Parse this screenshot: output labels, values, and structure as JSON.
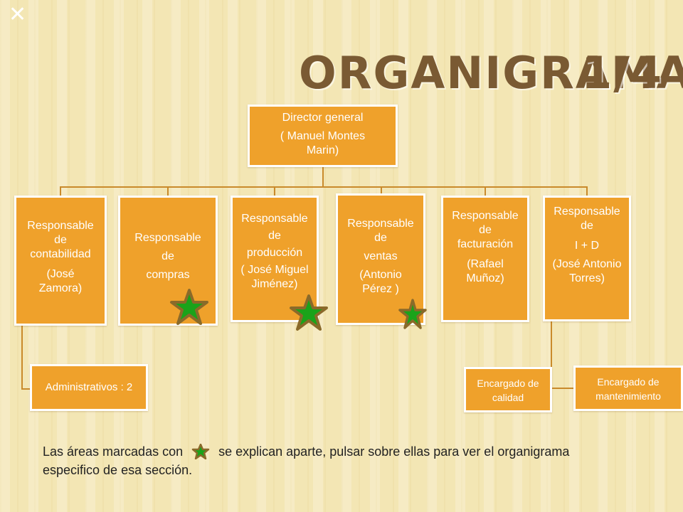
{
  "slide": {
    "title": "ORGANIGRAMA",
    "page": "1/4",
    "corner_mark_icon": "x-mark-icon",
    "colors": {
      "box": "#efa12b",
      "star_fill": "#1aa31a",
      "star_outline": "#8a6a2a",
      "title": "#7a5a33"
    }
  },
  "org": {
    "director": {
      "line1": "Director general",
      "line2": "( Manuel Montes",
      "line3": "Marin)"
    },
    "contabilidad": {
      "l1": "Responsable",
      "l2": "de",
      "l3": "contabilidad",
      "l4": "(José",
      "l5": "Zamora)"
    },
    "compras": {
      "l1": "Responsable",
      "l2": "de",
      "l3": "compras"
    },
    "produccion": {
      "l1": "Responsable",
      "l2": "de",
      "l3": "producción",
      "l4": "( José Miguel",
      "l5": "Jiménez)"
    },
    "ventas": {
      "l1": "Responsable",
      "l2": "de",
      "l3": "ventas",
      "l4": "(Antonio",
      "l5": "Pérez )"
    },
    "facturacion": {
      "l1": "Responsable",
      "l2": "de",
      "l3": "facturación",
      "l4": "(Rafael",
      "l5": "Muñoz)"
    },
    "id": {
      "l1": "Responsable",
      "l2": "de",
      "l3": "I + D",
      "l4": "(José Antonio",
      "l5": "Torres)"
    },
    "administrativos": {
      "label": "Administrativos : 2"
    },
    "calidad": {
      "l1": "Encargado de",
      "l2": "calidad"
    },
    "mantenimiento": {
      "l1": "Encargado  de",
      "l2": "mantenimiento"
    }
  },
  "note": {
    "before_star": "Las áreas marcadas con",
    "after_star": "se explican aparte, pulsar sobre ellas para ver el organigrama especifico de esa sección.",
    "star_icon": "green-star-icon"
  }
}
